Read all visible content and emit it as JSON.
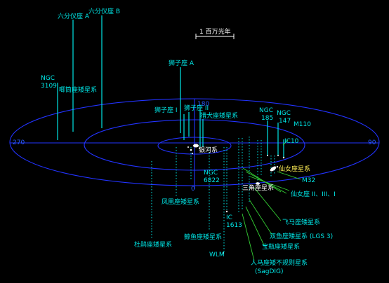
{
  "scale_bar": {
    "label": "1 百万光年"
  },
  "rings": {
    "left_angle": "270",
    "right_angle": "90",
    "top_angle": "180",
    "bottom_angle": "0"
  },
  "labels": {
    "sextans_a": "六分仪座 A",
    "sextans_b": "六分仪座 B",
    "ngc3109_l1": "NGC",
    "ngc3109_l2": "3109",
    "antlia": "唧筒座矮星系",
    "leo_a": "狮子座 A",
    "leo_i": "狮子座 I",
    "leo_ii": "狮子座 II",
    "canes_venatici": "猎犬座矮星系",
    "milky_way": "银河系",
    "ngc185_l1": "NGC",
    "ngc185_l2": "185",
    "ngc147_l1": "NGC",
    "ngc147_l2": "147",
    "m110": "M110",
    "ic10": "IC10",
    "andromeda": "仙女座星系",
    "m32": "M32",
    "and_dwarfs": "仙女座 II、III、I",
    "triangulum": "三角座星系",
    "ngc6822_l1": "NGC",
    "ngc6822_l2": "6822",
    "phoenix": "凤凰座矮星系",
    "pegasus": "飞马座矮星系",
    "ic1613_l1": "IC",
    "ic1613_l2": "1613",
    "cetus": "鲸鱼座矮星系",
    "pisces": "双鱼座矮星系 (LGS 3)",
    "tucana": "杜鹃座矮星系",
    "aquarius": "宝瓶座矮星系",
    "wlm": "WLM",
    "sagdig_l1": "人马座矮不规则星系",
    "sagdig_l2": "(SagDIG)"
  },
  "colors": {
    "ring": "#2233ff",
    "stem": "#00e5e5",
    "leader_green": "#33cc33",
    "andromeda_label": "#ffee55"
  }
}
